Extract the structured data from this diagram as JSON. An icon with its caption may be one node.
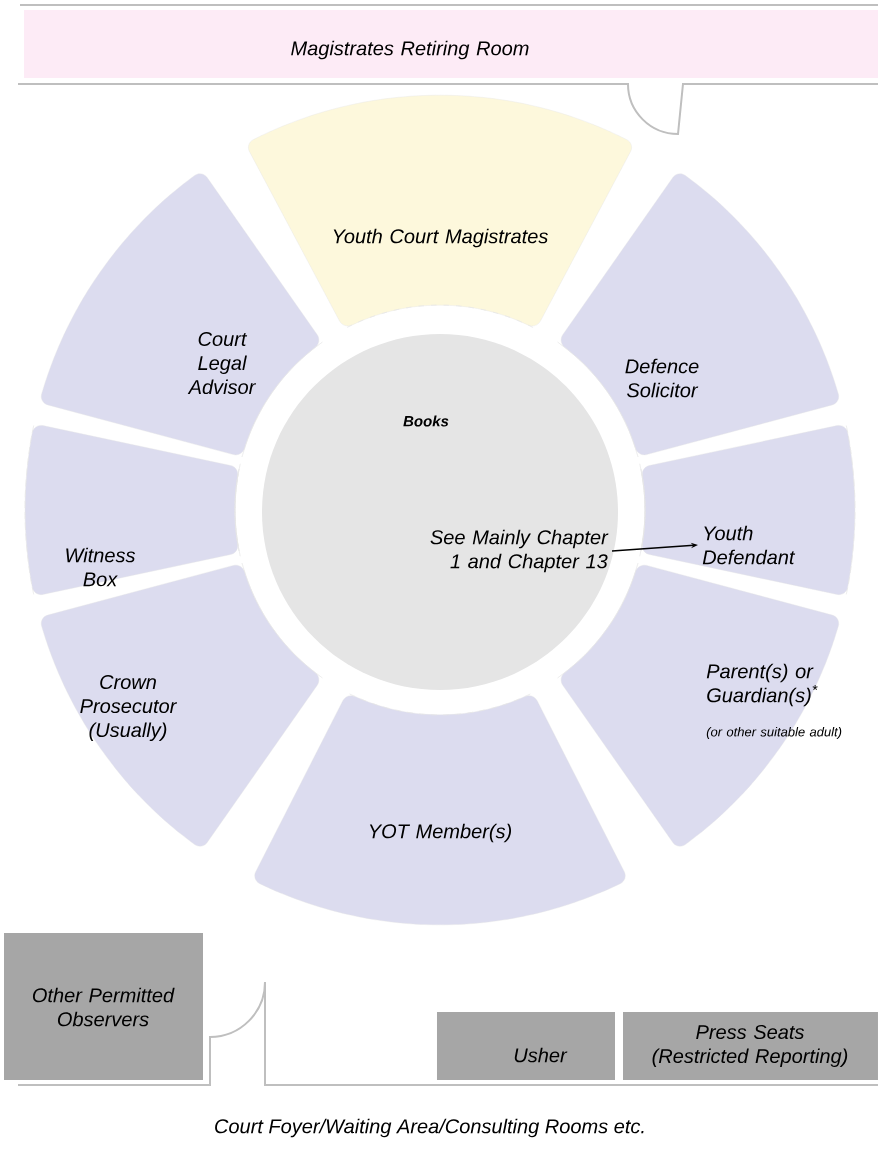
{
  "diagram": {
    "nodes": [
      {
        "text": [
          "Magistrates Retiring Room"
        ]
      },
      {
        "text": [
          "Youth Court Magistrates"
        ]
      },
      {
        "text": [
          "Court Legal Advisor"
        ]
      },
      {
        "text": [
          "Books",
          "See Mainly Chapter 1 and Chapter 13"
        ]
      },
      {
        "text": [
          "Defence Solicitor"
        ]
      },
      {
        "text": [
          "Witness Box"
        ]
      },
      {
        "text": [
          "Youth Defendant"
        ]
      },
      {
        "text": [
          "Crown Prosecutor (Usually)"
        ]
      },
      {
        "text": [
          "Parent(s) or Guardian(s)$^{*}$",
          "(or other suitable adult)"
        ]
      },
      {
        "text": [
          "YOT Member(s)"
        ]
      },
      {
        "text": [
          "Other Permitted Observers"
        ]
      },
      {
        "text": [
          "Usher"
        ]
      },
      {
        "text": [
          "Press Seats (Restricted Reporting)"
        ]
      }
    ],
    "edges": [
      {
        "from": 3,
        "to": 6,
        "arrow": "to"
      }
    ],
    "labels": [
      "Court Foyer/Waiting Area/Consulting Rooms etc."
    ]
  }
}
